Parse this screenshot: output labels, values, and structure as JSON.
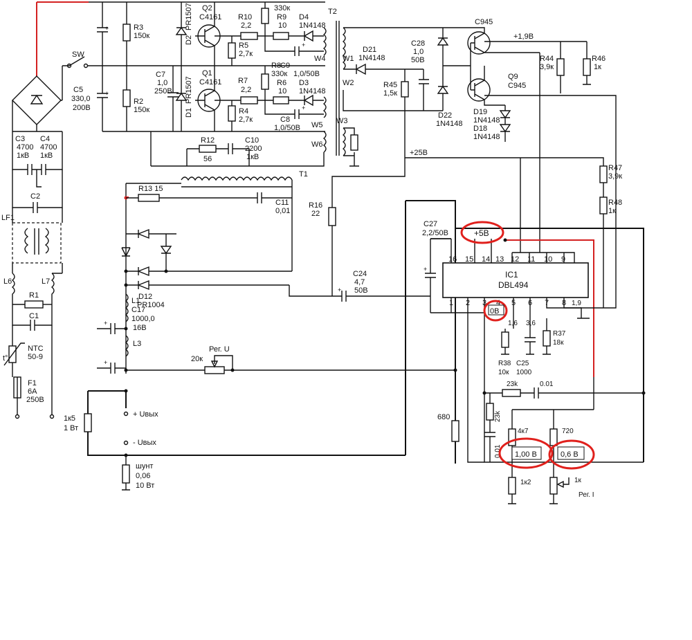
{
  "components": {
    "R3": {
      "ref": "R3",
      "value": "150к"
    },
    "R2": {
      "ref": "R2",
      "value": "150к"
    },
    "D2": {
      "ref": "D2",
      "value": "PR1507"
    },
    "D1": {
      "ref": "D1",
      "value": "PR1507"
    },
    "Q2": {
      "ref": "Q2",
      "value": "C4161"
    },
    "Q1": {
      "ref": "Q1",
      "value": "C4161"
    },
    "R10": {
      "ref": "R10",
      "value": "2,2"
    },
    "R7": {
      "ref": "R7",
      "value": "2,2"
    },
    "R5": {
      "ref": "R5",
      "value": "2,7к"
    },
    "R4": {
      "ref": "R4",
      "value": "2,7к"
    },
    "R9": {
      "ref": "R9",
      "value": "10"
    },
    "R6": {
      "ref": "R6",
      "value": "10"
    },
    "R8": {
      "ref": "R8",
      "value": "330к"
    },
    "R330top": {
      "value": "330к"
    },
    "D4": {
      "ref": "D4",
      "value": "1N4148"
    },
    "D3": {
      "ref": "D3",
      "value": "1N4148"
    },
    "C9": {
      "ref": "C9",
      "value": "1,0/50В"
    },
    "C8": {
      "ref": "C8",
      "value": "1,0/50В"
    },
    "C7": {
      "ref": "C7",
      "value": "1,0",
      "rating": "250В"
    },
    "C5": {
      "ref": "C5",
      "value": "330,0",
      "rating": "200В"
    },
    "C3": {
      "ref": "C3",
      "value": "4700",
      "rating": "1кВ"
    },
    "C4": {
      "ref": "C4",
      "value": "4700",
      "rating": "1кВ"
    },
    "C2": {
      "ref": "C2"
    },
    "R12": {
      "ref": "R12",
      "value": "56"
    },
    "C10": {
      "ref": "C10",
      "value": "2200",
      "rating": "1кВ"
    },
    "T2": {
      "ref": "T2"
    },
    "W1": "W1",
    "W2": "W2",
    "W3": "W3",
    "W4": "W4",
    "W5": "W5",
    "W6": "W6",
    "D21": {
      "ref": "D21",
      "value": "1N4148"
    },
    "C28": {
      "ref": "C28",
      "value": "1,0",
      "rating": "50В"
    },
    "R45": {
      "ref": "R45",
      "value": "1,5к"
    },
    "C945a": {
      "value": "C945"
    },
    "Q9": {
      "ref": "Q9",
      "value": "C945"
    },
    "D22": {
      "ref": "D22",
      "value": "1N4148"
    },
    "D19": {
      "ref": "D19",
      "value": "1N4148"
    },
    "D18": {
      "ref": "D18",
      "value": "1N4148"
    },
    "R44": {
      "ref": "R44",
      "value": "3,9к"
    },
    "R46": {
      "ref": "R46",
      "value": "1к"
    },
    "R47": {
      "ref": "R47",
      "value": "3,9к"
    },
    "R48": {
      "ref": "R48",
      "value": "1к"
    },
    "v19": "+1,9В",
    "v25": "+25В",
    "T1": "T1",
    "R13": {
      "ref": "R13",
      "value": "15"
    },
    "C11": {
      "ref": "C11",
      "value": "0,01"
    },
    "R16": {
      "ref": "R16",
      "value": "22"
    },
    "C24": {
      "ref": "C24",
      "value": "4,7",
      "rating": "50В"
    },
    "D12": {
      "ref": "D12",
      "value": "PR1004"
    },
    "L1": "L1",
    "C17": {
      "ref": "C17",
      "value": "1000,0",
      "rating": "16В"
    },
    "L3": "L3",
    "C27": {
      "ref": "C27",
      "value": "2,2/50В"
    },
    "IC1": {
      "ref": "IC1",
      "value": "DBL494"
    },
    "pin_top": [
      "16",
      "15",
      "14",
      "13",
      "12",
      "11",
      "10",
      "9"
    ],
    "pin_bot": [
      "1",
      "2",
      "3",
      "4",
      "5",
      "6",
      "7",
      "8"
    ],
    "v16": "1,6",
    "v36": "3,6",
    "v19b": "1,9",
    "R37": {
      "ref": "R37",
      "value": "18к"
    },
    "R38": {
      "ref": "R38",
      "value": "10к"
    },
    "C25": {
      "ref": "C25",
      "value": "1000"
    },
    "r23k_h": "23k",
    "c001_h": "0.01",
    "r23k_v": "23k",
    "c001_v": "0.01",
    "r680": "680",
    "r4k7": "4к7",
    "r720": "720",
    "r1k2": "1к2",
    "r1k": "1к",
    "reg_i": "Рег. I",
    "reg_u": "Рег. U",
    "r20k": "20к",
    "r1k5": "1к5",
    "r1k5w": "1 Вт",
    "uout_p": "+ Uвых",
    "uout_m": "- Uвых",
    "shunt": "шунт",
    "shunt_val": "0,06",
    "shunt_w": "10 Вт",
    "SW": "SW",
    "LF1": "LF1",
    "L6": "L6",
    "L7": "L7",
    "R1": "R1",
    "C1": "C1",
    "NTC": {
      "ref": "NTC",
      "value": "50-9"
    },
    "t": "t°",
    "F1": {
      "ref": "F1",
      "value": "6A",
      "rating": "250В"
    }
  },
  "annotations": {
    "plus5v": "+5В",
    "zero_v": "0В",
    "one_v": "1,00 В",
    "six_v": "0,6 В"
  },
  "colors": {
    "highlight": "#e0201c",
    "wire_red": "#d42020"
  }
}
